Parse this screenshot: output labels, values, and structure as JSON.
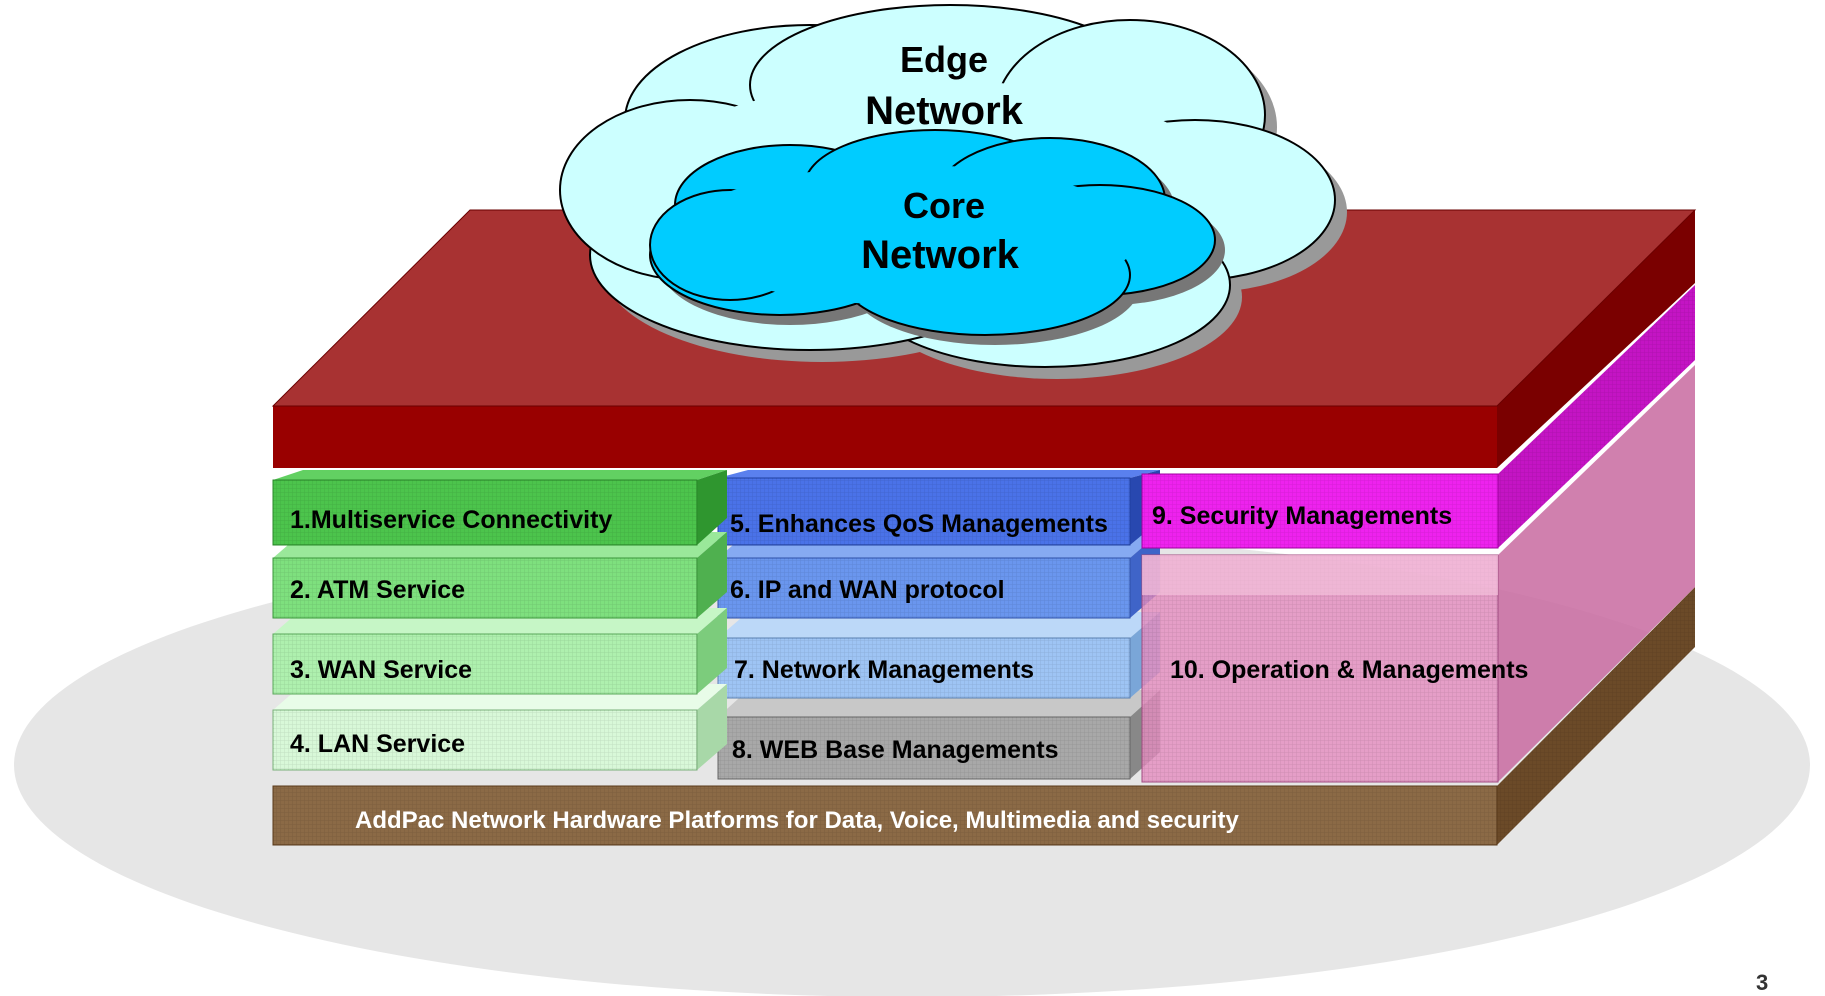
{
  "diagram": {
    "clouds": {
      "edge": {
        "line1": "Edge",
        "line2": "Network"
      },
      "core": {
        "line1": "Core",
        "line2": "Network"
      }
    },
    "modules": {
      "m1": "1.Multiservice  Connectivity",
      "m2": "2. ATM Service",
      "m3": "3. WAN Service",
      "m4": "4. LAN Service",
      "m5": "5. Enhances QoS Managements",
      "m6": "6. IP and WAN protocol",
      "m7": "7. Network Managements",
      "m8": "8. WEB Base Managements",
      "m9": "9. Security Managements",
      "m10": "10. Operation & Managements"
    },
    "platform": "AddPac Network Hardware Platforms for Data, Voice, Multimedia and security"
  },
  "page_number": "3",
  "colors": {
    "top_slab": "#a83232",
    "top_slab_front": "#990000",
    "green_dark": "#4cc44c",
    "green_mid": "#7ee07e",
    "green_light": "#aef0ae",
    "green_pale": "#d8f8d8",
    "blue_dark": "#4a72e8",
    "blue_mid": "#6a96ee",
    "blue_light": "#9ec4f4",
    "gray_box": "#a8a8a8",
    "magenta": "#ee22ee",
    "pink": "#e48ec0",
    "platform": "#8b6a46",
    "ellipse": "#e6e6e6",
    "cloud_edge": "#ccffff",
    "cloud_core": "#00ccff"
  }
}
